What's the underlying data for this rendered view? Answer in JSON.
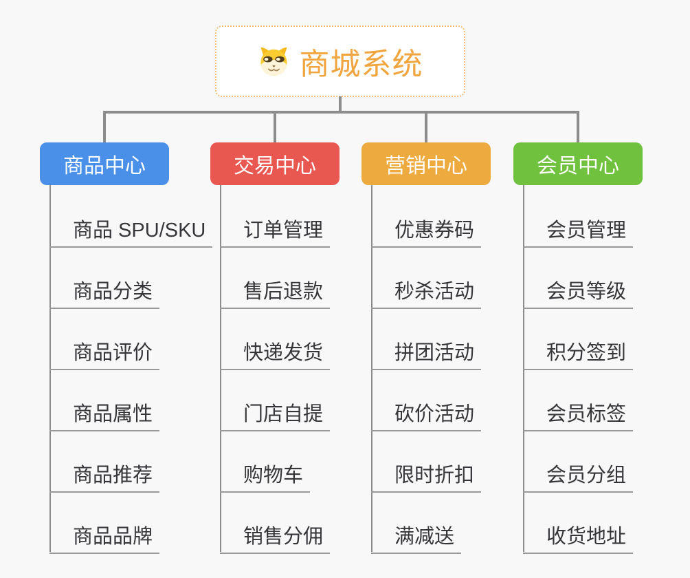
{
  "root": {
    "label": "商城系统",
    "icon": "doge-icon",
    "text_color": "#f0a53e",
    "border_color": "#f2c179",
    "background": "#ffffff"
  },
  "branches": [
    {
      "label": "商品中心",
      "color": "#4a90e8",
      "items": [
        "商品 SPU/SKU",
        "商品分类",
        "商品评价",
        "商品属性",
        "商品推荐",
        "商品品牌"
      ]
    },
    {
      "label": "交易中心",
      "color": "#e85750",
      "items": [
        "订单管理",
        "售后退款",
        "快递发货",
        "门店自提",
        "购物车",
        "销售分佣"
      ]
    },
    {
      "label": "营销中心",
      "color": "#edaa3e",
      "items": [
        "优惠券码",
        "秒杀活动",
        "拼团活动",
        "砍价活动",
        "限时折扣",
        "满减送"
      ]
    },
    {
      "label": "会员中心",
      "color": "#70c13d",
      "items": [
        "会员管理",
        "会员等级",
        "积分签到",
        "会员标签",
        "会员分组",
        "收货地址"
      ]
    }
  ],
  "colors": {
    "connector": "#8c8c8c",
    "leaf_underline": "#999999",
    "leaf_text": "#36363a",
    "background": "#f8f8f8"
  }
}
